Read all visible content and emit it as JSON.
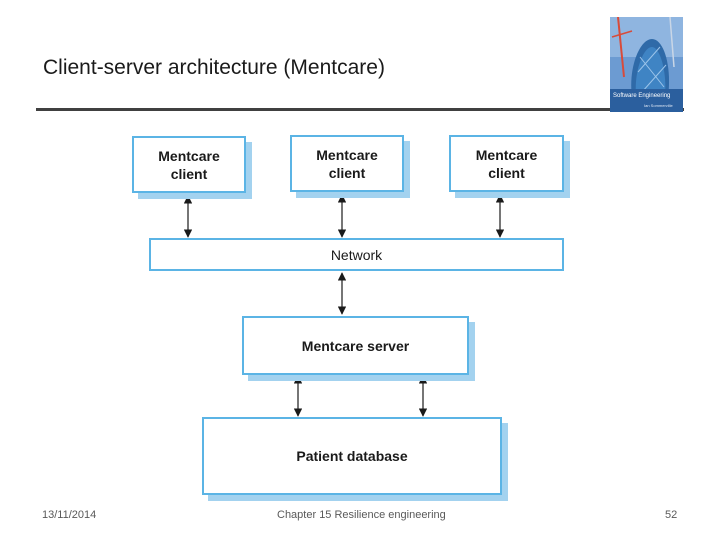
{
  "slide": {
    "title": "Client-server architecture (Mentcare)",
    "cover_title": "Software Engineering",
    "cover_author": "Ian Sommerville"
  },
  "diagram": {
    "clients": [
      "Mentcare\nclient",
      "Mentcare\nclient",
      "Mentcare\nclient"
    ],
    "network": "Network",
    "server": "Mentcare server",
    "database": "Patient database"
  },
  "footer": {
    "date": "13/11/2014",
    "chapter": "Chapter 15 Resilience engineering",
    "page": "52"
  },
  "colors": {
    "box_border": "#5bb4e5",
    "box_shadow": "#a3d2ef"
  }
}
